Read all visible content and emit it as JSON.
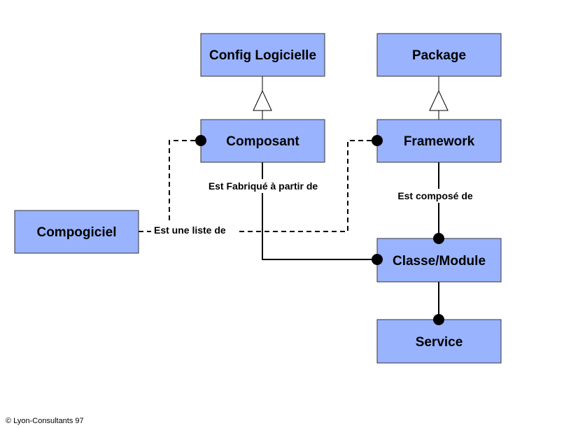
{
  "diagram": {
    "nodes": {
      "config_logicielle": "Config Logicielle",
      "package": "Package",
      "composant": "Composant",
      "framework": "Framework",
      "compogiciel": "Compogiciel",
      "classe_module": "Classe/Module",
      "service": "Service"
    },
    "relations": {
      "fabrique": "Est Fabriqué à partir de",
      "liste": "Est une liste de",
      "compose": "Est composé de"
    },
    "colors": {
      "box_fill": "#99b3ff",
      "box_stroke": "#333333",
      "line": "#000000"
    }
  },
  "footer": {
    "copyright": "© Lyon-Consultants 97"
  }
}
